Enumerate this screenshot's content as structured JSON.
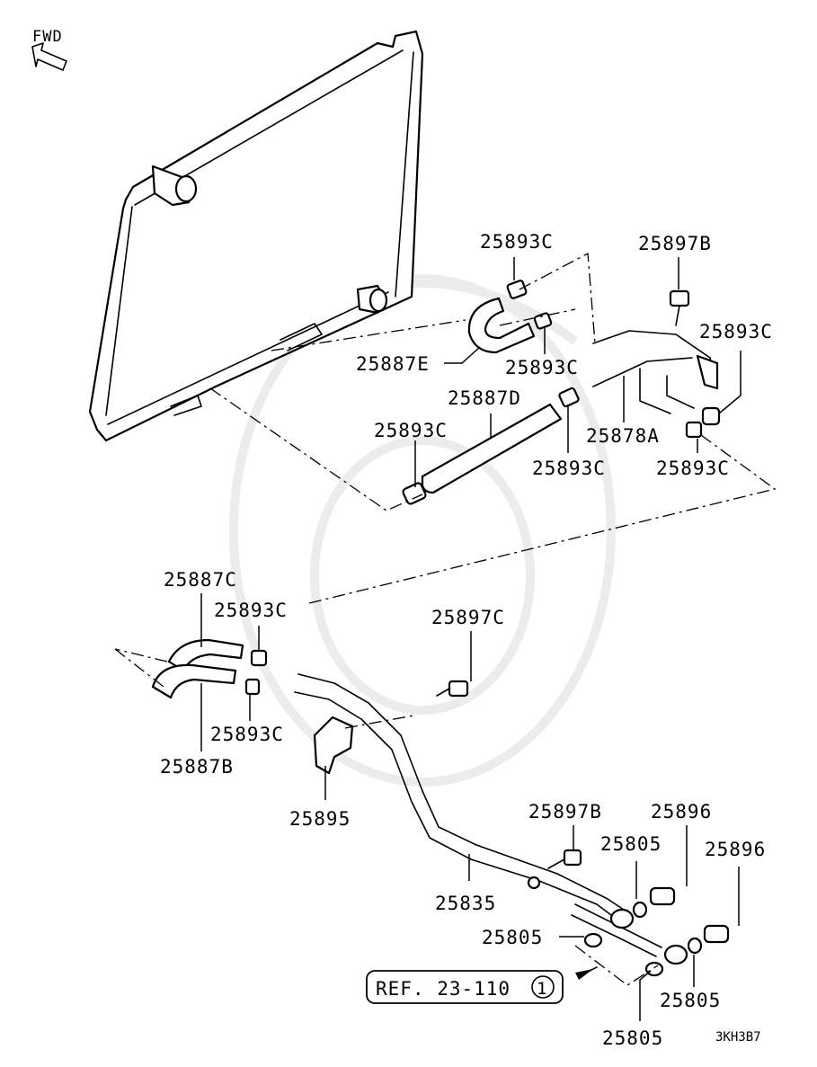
{
  "direction_marker": {
    "text": "FWD"
  },
  "labels": {
    "c_top": "25893C",
    "b_top": "25897B",
    "c_right": "25893C",
    "e": "25887E",
    "c_mid": "25893C",
    "d": "25887D",
    "c_left": "25893C",
    "a": "25878A",
    "c_lowmid": "25893C",
    "c_lowright": "25893C",
    "c_hose": "25887C",
    "c_clamp1": "25893C",
    "c_97": "25897C",
    "c_clamp2": "25893C",
    "b_hose": "25887B",
    "bracket": "25895",
    "b_low": "25897B",
    "s96a": "25896",
    "s05a": "25805",
    "s96b": "25896",
    "tube": "25835",
    "s05b": "25805",
    "s05c": "25805",
    "s05d": "25805"
  },
  "reference": {
    "text": "REF. 23-110",
    "circle": "1"
  },
  "drawing_code": "3KH3B7"
}
